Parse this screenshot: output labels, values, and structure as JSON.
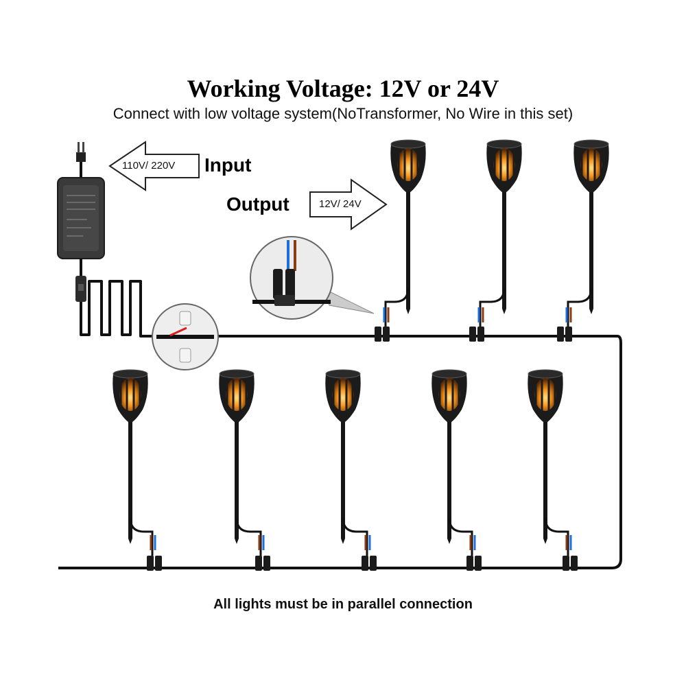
{
  "title": "Working Voltage: 12V or 24V",
  "subtitle": "Connect with low voltage system(NoTransformer, No Wire in this set)",
  "input": {
    "label": "Input",
    "voltage": "110V/ 220V"
  },
  "output": {
    "label": "Output",
    "voltage": "12V/ 24V"
  },
  "footer": "All lights must be in parallel connection",
  "colors": {
    "wire": "#111111",
    "flame": "#f7941d",
    "blue_wire": "#1e6fd9",
    "brown_wire": "#8a3b12"
  },
  "icons": [
    "plug-icon",
    "power-adapter-icon",
    "switch-icon",
    "wire-connector-icon",
    "torch-light-icon",
    "waterproof-connector-icon"
  ]
}
